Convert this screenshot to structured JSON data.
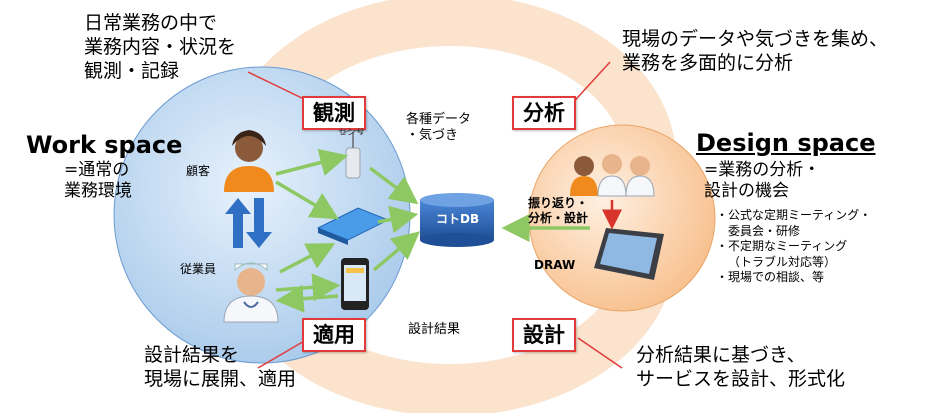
{
  "callouts": {
    "observe": [
      "日常業務の中で",
      "業務内容・状況を",
      "観測・記録"
    ],
    "analyze": [
      "現場のデータや気づきを集め、",
      "業務を多面的に分析"
    ],
    "apply": [
      "設計結果を",
      "現場に展開、適用"
    ],
    "design": [
      "分析結果に基づき、",
      "サービスを設計、形式化"
    ]
  },
  "tags": {
    "observe": "観測",
    "analyze": "分析",
    "apply": "適用",
    "design": "設計"
  },
  "cycle_labels": {
    "data": [
      "各種データ",
      "・気づき"
    ],
    "result": "設計結果"
  },
  "work_space": {
    "title": "Work space",
    "desc": [
      "=通常の",
      "業務環境"
    ],
    "customer": "顧客",
    "staff": "従業員",
    "sensor_partial": "センサ"
  },
  "design_space": {
    "title": "Design space",
    "desc": [
      "=業務の分析・",
      "設計の機会"
    ],
    "items": [
      "・公式な定期ミーティング・",
      "委員会・研修",
      "・不定期なミーティング",
      "（トラブル対応等）",
      "・現場での相談、等"
    ],
    "reflect": [
      "振り返り・",
      "分析・設計"
    ],
    "draw": "DRAW"
  },
  "db_label": "コトDB",
  "colors": {
    "tag_border": "#e23a3a",
    "callout_line": "#e23a3a",
    "work_circle": "#bcd7f1",
    "design_circle": "#fbd2ad",
    "cycle_arrow": "#fbe0c8",
    "green_arrow": "#8dc862",
    "db": "#2c66b5"
  }
}
